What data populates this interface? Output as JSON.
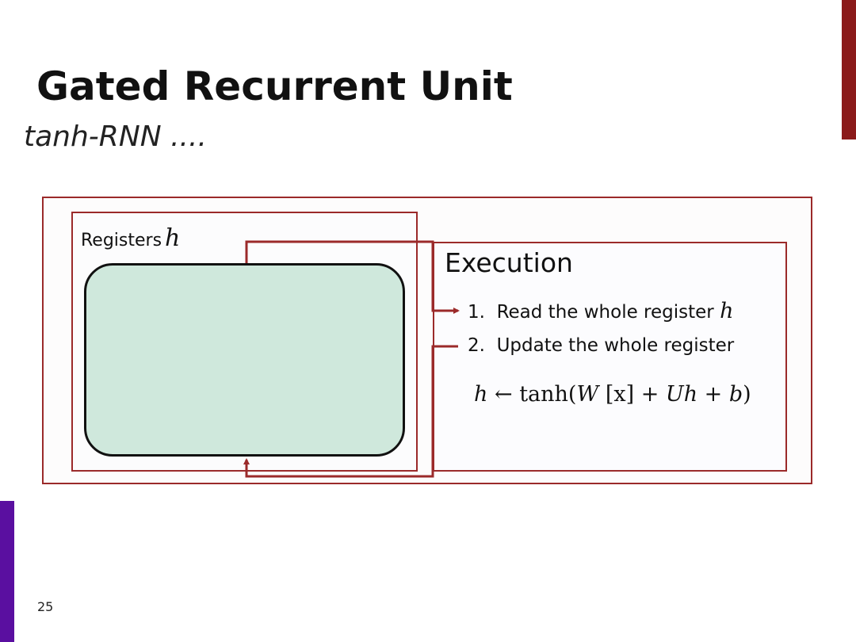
{
  "slide": {
    "title": "Gated Recurrent Unit",
    "subtitle": "tanh-RNN ....",
    "page_number": "25"
  },
  "diagram": {
    "registers_label": "Registers",
    "registers_var": "h",
    "execution_title": "Execution",
    "steps": [
      {
        "number": "1.",
        "text": "Read the whole register",
        "var": "h"
      },
      {
        "number": "2.",
        "text": "Update the whole register",
        "var": ""
      }
    ],
    "formula": {
      "lhs": "h",
      "arrow": "←",
      "fn": "tanh(",
      "w": "W",
      "x_term": " [x]",
      "plus1": " + ",
      "u": "U",
      "h2": "h",
      "plus2": " + ",
      "b": "b",
      "close": ")"
    }
  },
  "colors": {
    "border": "#9b2a2a",
    "register_fill": "#cfe8dc",
    "accent_top": "#8b1a1a",
    "accent_left": "#5a0fa0"
  }
}
